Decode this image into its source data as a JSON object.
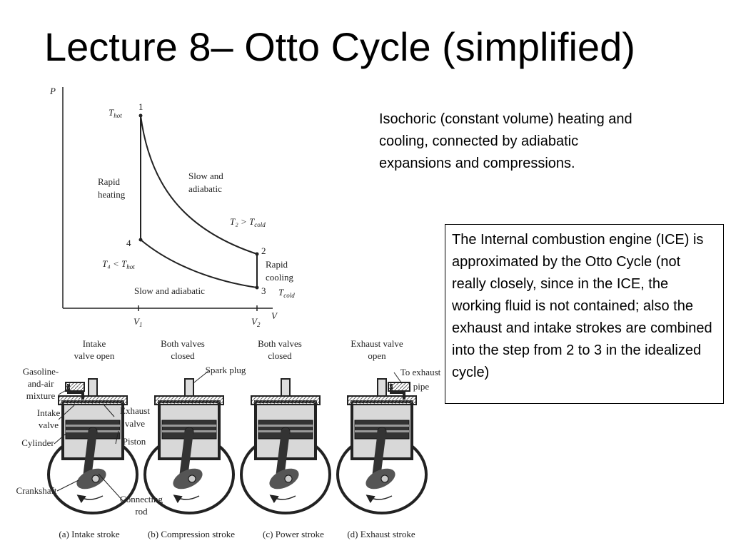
{
  "slide": {
    "title": "Lecture 8– Otto Cycle (simplified)",
    "description": "Isochoric (constant volume) heating and cooling, connected by adiabatic expansions and compressions.",
    "note": "The Internal combustion engine (ICE) is approximated by the Otto Cycle (not really closely, since in the ICE, the working fluid is not contained; also the exhaust and intake strokes are combined into the step from 2 to 3 in the idealized cycle)"
  },
  "pv_diagram": {
    "axis_p": "P",
    "axis_v": "V",
    "v1": "V",
    "v1_sub": "1",
    "v2": "V",
    "v2_sub": "2",
    "point_1": "1",
    "point_2": "2",
    "point_3": "3",
    "point_4": "4",
    "t_hot_main": "T",
    "t_hot_sub": "hot",
    "rapid_heating_1": "Rapid",
    "rapid_heating_2": "heating",
    "slow_adiabatic_1": "Slow and",
    "slow_adiabatic_2": "adiabatic",
    "t2_cond": "T₂ > T",
    "t2_cond_sub": "cold",
    "rapid_cooling_1": "Rapid",
    "rapid_cooling_2": "cooling",
    "t_cold_main": "T",
    "t_cold_sub": "cold",
    "t4_cond": "T₄ < T",
    "t4_cond_sub": "hot",
    "slow_adiabatic_bottom": "Slow and adiabatic"
  },
  "engine": {
    "intake_valve_open_1": "Intake",
    "intake_valve_open_2": "valve open",
    "both_closed_b_1": "Both valves",
    "both_closed_b_2": "closed",
    "both_closed_c_1": "Both valves",
    "both_closed_c_2": "closed",
    "exhaust_valve_open_1": "Exhaust valve",
    "exhaust_valve_open_2": "open",
    "gasoline_1": "Gasoline-",
    "gasoline_2": "and-air",
    "gasoline_3": "mixture",
    "intake_valve_1": "Intake",
    "intake_valve_2": "valve",
    "cylinder": "Cylinder",
    "crankshaft": "Crankshaft",
    "exhaust_valve_1": "Exhaust",
    "exhaust_valve_2": "valve",
    "piston": "Piston",
    "connecting_rod_1": "Connecting",
    "connecting_rod_2": "rod",
    "spark_plug": "Spark plug",
    "to_exhaust_1": "To exhaust",
    "to_exhaust_2": "pipe",
    "caption_a": "(a) Intake stroke",
    "caption_b": "(b) Compression stroke",
    "caption_c": "(c) Power stroke",
    "caption_d": "(d) Exhaust stroke"
  }
}
